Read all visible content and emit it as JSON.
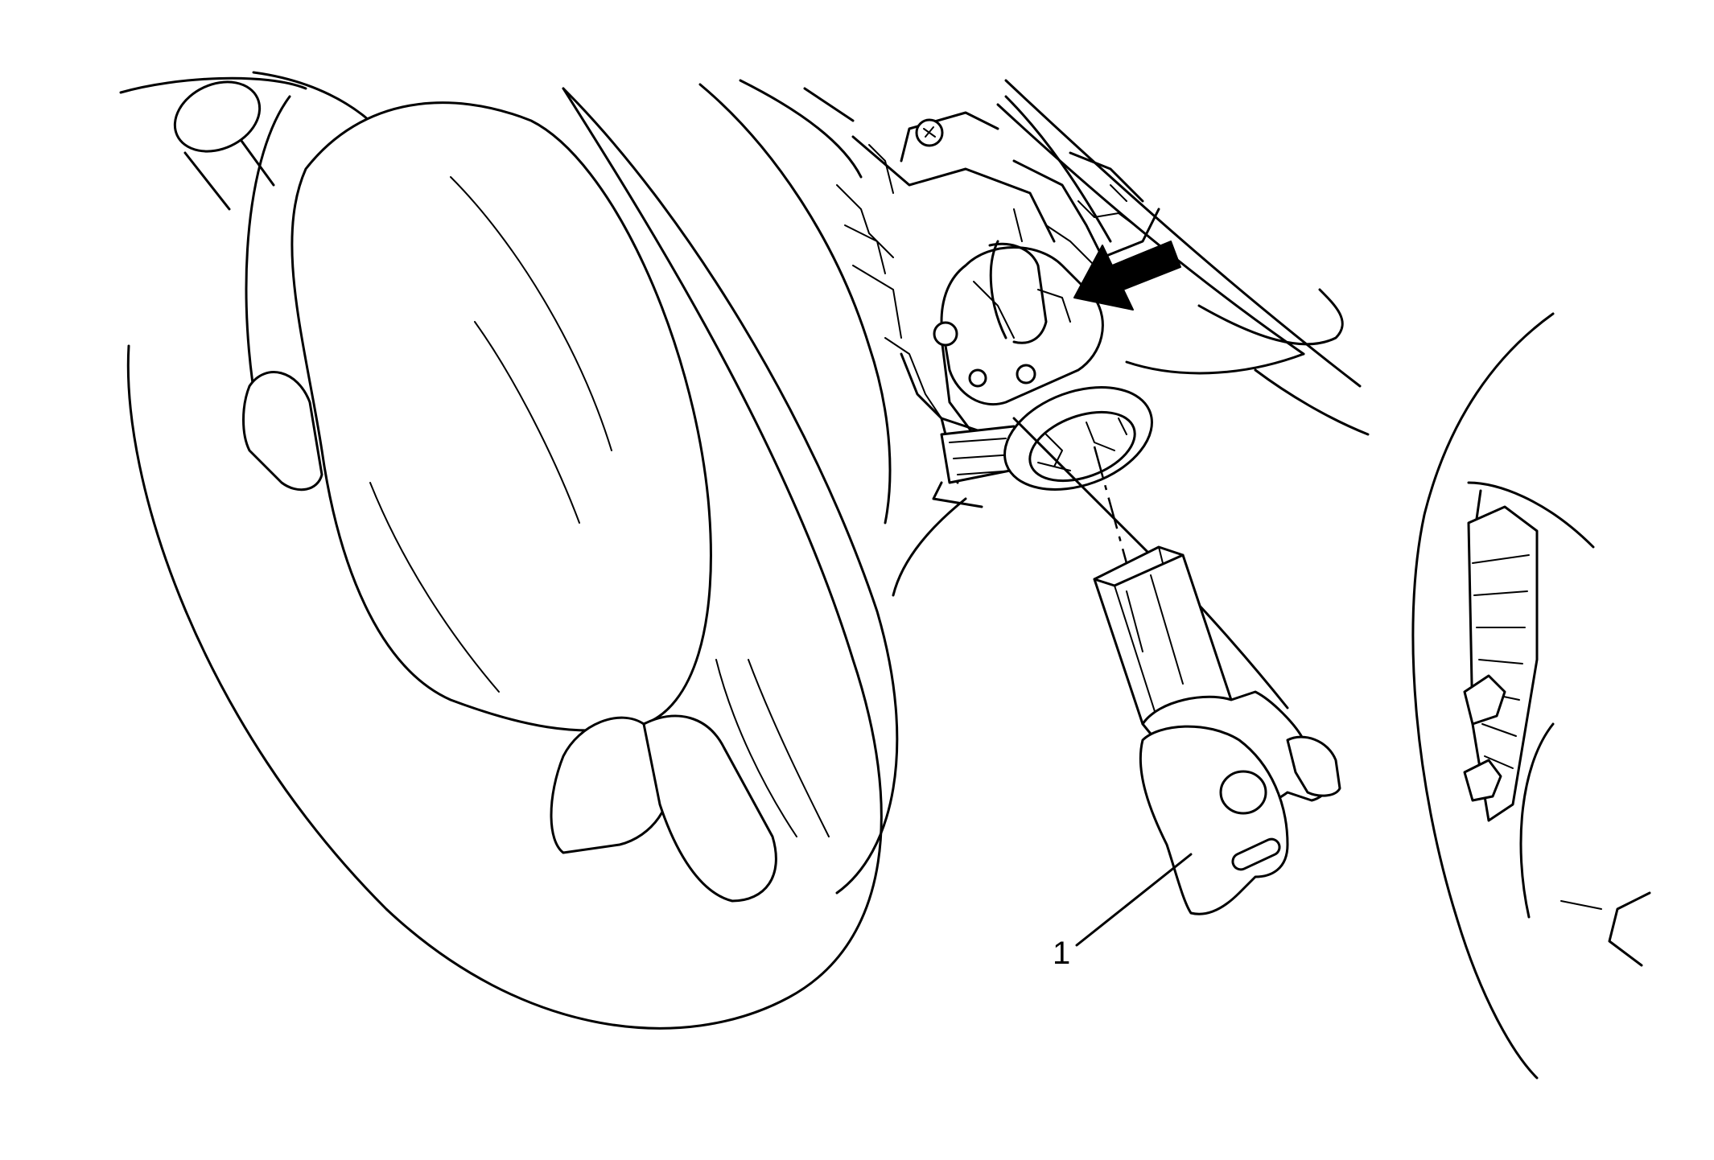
{
  "figure": {
    "callouts": [
      {
        "id": "callout-1",
        "label": "1"
      }
    ],
    "arrow": {
      "direction": "left-down"
    },
    "stroke_color": "#000000",
    "background_color": "#ffffff"
  }
}
